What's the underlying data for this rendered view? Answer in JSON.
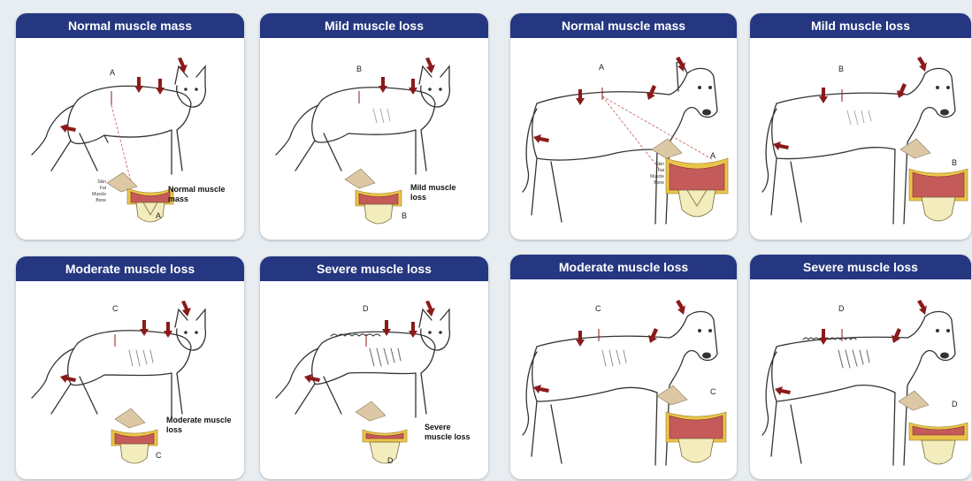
{
  "colors": {
    "header": "#253780",
    "arrow": "#8b1a1a",
    "muscle": "#c55a5a",
    "fat": "#e9c44a",
    "bone": "#f3ecbd",
    "finger": "#ddc8a6"
  },
  "cat": {
    "normal": {
      "title": "Normal muscle mass",
      "letter": "A",
      "cross_label": "Normal muscle mass"
    },
    "mild": {
      "title": "Mild muscle loss",
      "letter": "B",
      "cross_label": "Mild muscle loss"
    },
    "moderate": {
      "title": "Moderate muscle loss",
      "letter": "C",
      "cross_label": "Moderate muscle loss"
    },
    "severe": {
      "title": "Severe muscle loss",
      "letter": "D",
      "cross_label": "Severe muscle loss"
    }
  },
  "dog": {
    "normal": {
      "title": "Normal muscle mass",
      "letter": "A"
    },
    "mild": {
      "title": "Mild muscle loss",
      "letter": "B"
    },
    "moderate": {
      "title": "Moderate muscle loss",
      "letter": "C"
    },
    "severe": {
      "title": "Severe muscle loss",
      "letter": "D"
    }
  },
  "layers": {
    "skin": "Skin",
    "fat": "Fat",
    "muscle": "Muscle",
    "bone": "Bone"
  }
}
